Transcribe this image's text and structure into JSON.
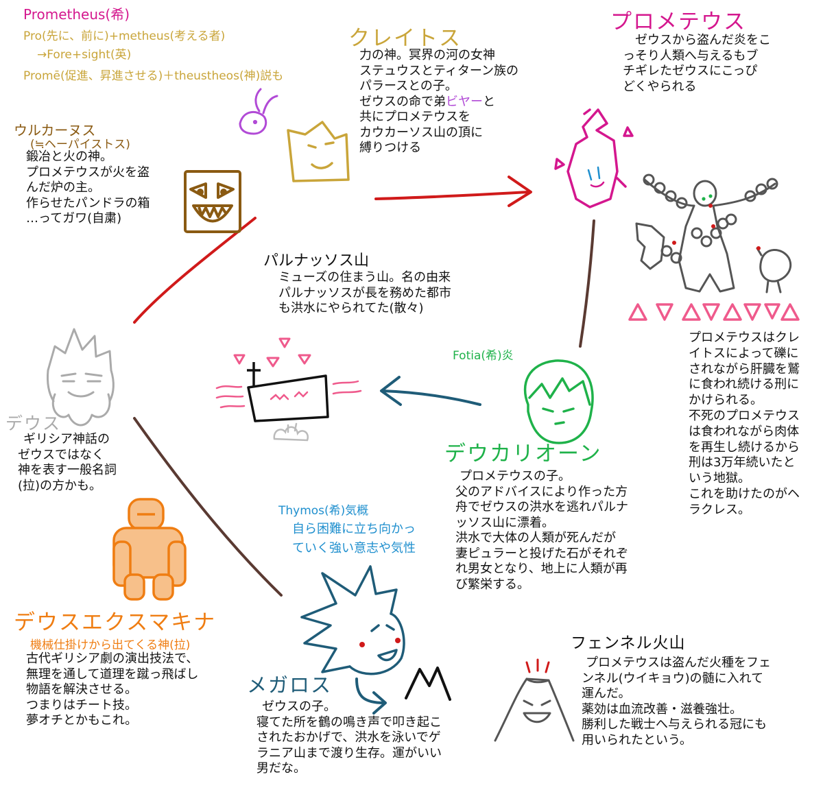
{
  "etymology": {
    "title": "Prometheus(希)",
    "line1": "Pro(先に、前に)+metheus(考える者)",
    "line2": "→Fore+sight(英)",
    "line3": "Promē(促進、昇進させる)＋theustheos(神)説も"
  },
  "kratos": {
    "name": "クレイトス",
    "lines": [
      "力の神。冥界の河の女神",
      "ステュウスとティターン族の",
      "パラースとの子。",
      "ゼウスの命で弟",
      "共にプロメテウスを",
      "カウカーソス山の頂に",
      "縛りつける"
    ],
    "bia": "ビヤー",
    "after_bia": "と"
  },
  "prometheus": {
    "name": "プロメテウス",
    "lines": [
      "ゼウスから盗んだ炎をこ",
      "っそり人類へ与えるもブ",
      "チギレたゼウスにこっぴ",
      "どくやられる"
    ]
  },
  "vulcan": {
    "name": "ウルカーヌス",
    "alias": "(≒ヘーパイストス)",
    "lines": [
      "鍛冶と火の神。",
      "プロメテウスが火を盗",
      "んだ炉の主。",
      "作らせたパンドラの箱",
      "…ってガワ(自粛)"
    ]
  },
  "parnassus": {
    "name": "パルナッソス山",
    "lines": [
      "ミューズの住まう山。名の由来",
      "パルナッソスが長を務めた都市",
      "も洪水にやられてた(散々)"
    ]
  },
  "punishment": {
    "lines": [
      "プロメテウスはクレ",
      "イトスによって礫に",
      "されながら肝臓を鷲",
      "に食われ続ける刑に",
      "かけられる。",
      "不死のプロメテウス",
      "は食われながら肉体",
      "を再生し続けるから",
      "刑は3万年続いたと",
      "いう地獄。",
      "これを助けたのがヘ",
      "ラクレス。"
    ]
  },
  "deus": {
    "name": "デウス",
    "lines": [
      "ギリシア神話の",
      "ゼウスではなく",
      "神を表す一般名詞",
      "(拉)の方かも。"
    ]
  },
  "deucalion": {
    "fotia": "Fotia(希)炎",
    "name": "デウカリオーン",
    "lines": [
      "プロメテウスの子。",
      "父のアドバイスにより作った方",
      "舟でゼウスの洪水を逃れパルナ",
      "ッソス山に漂着。",
      "洪水で大体の人類が死んだが",
      "妻ピュラーと投げた石がそれぞ",
      "れ男女となり、地上に人類が再",
      "び繁栄する。"
    ]
  },
  "thymos": {
    "title": "Thymos(希)気概",
    "line1": "自ら困難に立ち向かっ",
    "line2": "ていく強い意志や気性"
  },
  "machina": {
    "name": "デウスエクスマキナ",
    "subtitle": "機械仕掛けから出てくる神(拉)",
    "lines": [
      "古代ギリシア劇の演出技法で、",
      "無理を通して道理を蹴っ飛ばし",
      "物語を解決させる。",
      "つまりはチート技。",
      "夢オチとかもこれ。"
    ]
  },
  "megaros": {
    "name": "メガロス",
    "lines": [
      "ゼウスの子。",
      "寝てた所を鶴の鳴き声で叩き起こ",
      "されたおかげで、洪水を泳いでゲ",
      "ラニア山まで渡り生存。運がいい",
      "男だな。"
    ]
  },
  "fennel": {
    "name": "フェンネル火山",
    "lines": [
      "プロメテウスは盗んだ火種をフェ",
      "ンネル(ウイキョウ)の髄に入れて",
      "運んだ。",
      "薬効は血流改善・滋養強壮。",
      "勝利した戦士へ与えられる冠にも",
      "用いられたという。"
    ]
  },
  "colors": {
    "gold": "#c9a53a",
    "brown": "#8a5a12",
    "magenta": "#d4178e",
    "purple": "#b14ad6",
    "grey": "#aaaaaa",
    "green": "#1fb24a",
    "blue": "#1f8fce",
    "orange": "#ef7d12",
    "red_arrow": "#d01a1a",
    "teal_arrow": "#1f5c78",
    "brown_line": "#5a3a32",
    "pink": "#ef5a8c"
  }
}
